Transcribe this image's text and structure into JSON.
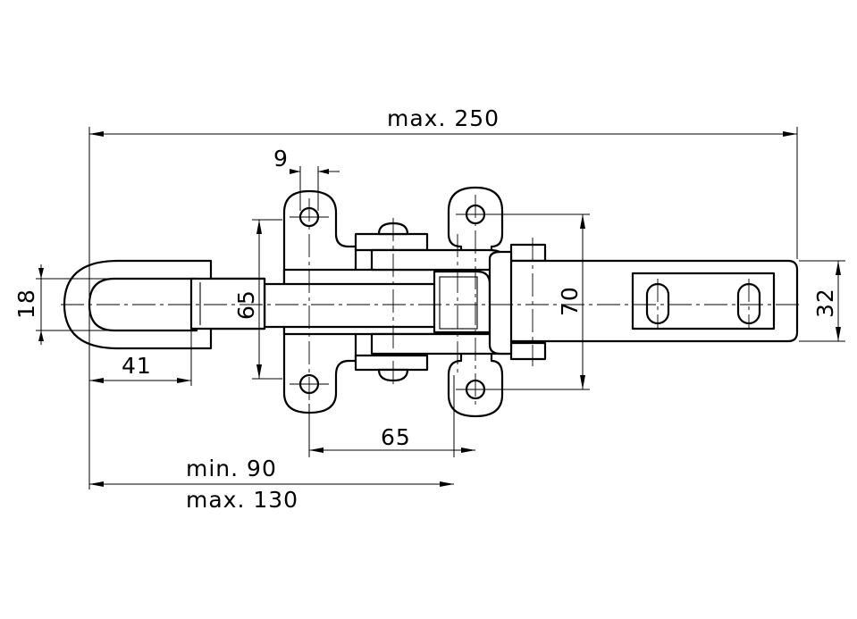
{
  "dimensions": {
    "overall_length": "max. 250",
    "hole_spacing": "9",
    "handle_width": "18",
    "bolt_length": "41",
    "mount_height_left": "65",
    "mount_height_right": "70",
    "hook_width": "32",
    "hole_distance": "65",
    "stroke_min": "min. 90",
    "stroke_max": "max. 130"
  }
}
